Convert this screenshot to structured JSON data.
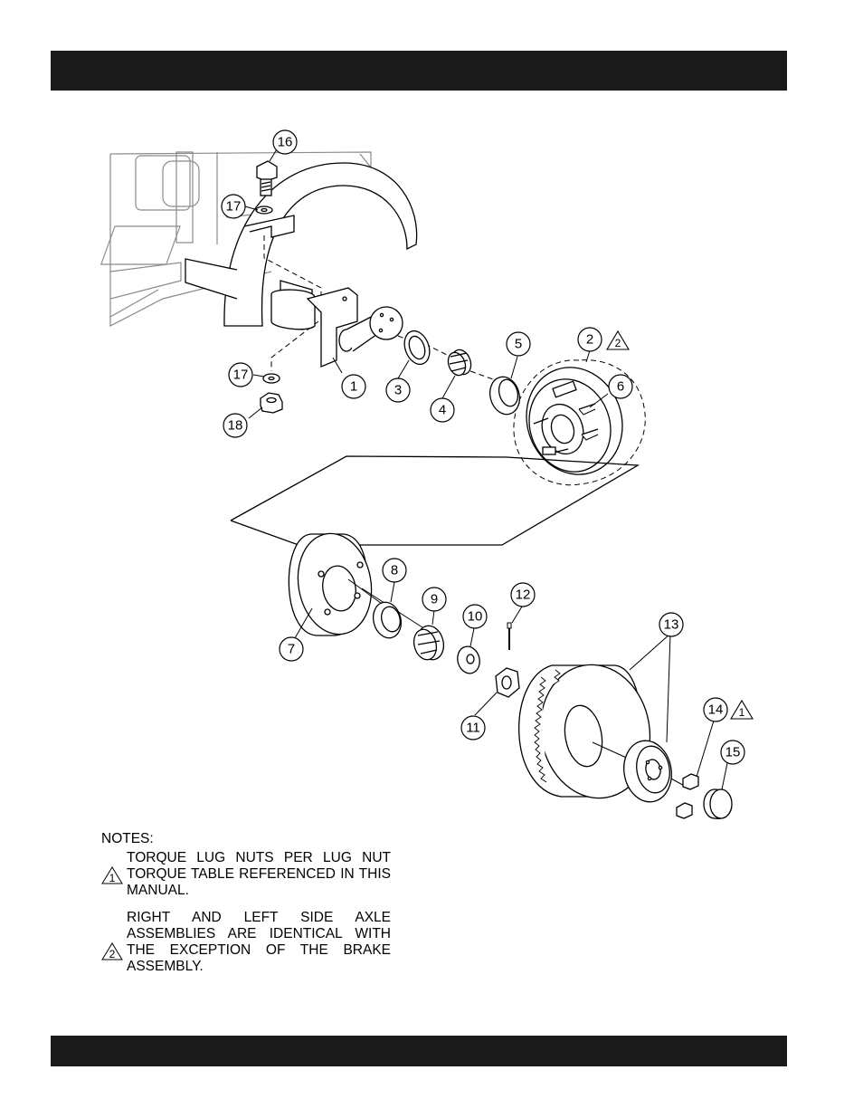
{
  "callouts": [
    {
      "id": "c16",
      "num": "16"
    },
    {
      "id": "c17a",
      "num": "17"
    },
    {
      "id": "c1",
      "num": "1"
    },
    {
      "id": "c17b",
      "num": "17"
    },
    {
      "id": "c18",
      "num": "18"
    },
    {
      "id": "c3",
      "num": "3"
    },
    {
      "id": "c4",
      "num": "4"
    },
    {
      "id": "c5",
      "num": "5"
    },
    {
      "id": "c2",
      "num": "2"
    },
    {
      "id": "c6",
      "num": "6"
    },
    {
      "id": "c8",
      "num": "8"
    },
    {
      "id": "c9",
      "num": "9"
    },
    {
      "id": "c10",
      "num": "10"
    },
    {
      "id": "c12",
      "num": "12"
    },
    {
      "id": "c7",
      "num": "7"
    },
    {
      "id": "c11",
      "num": "11"
    },
    {
      "id": "c13",
      "num": "13"
    },
    {
      "id": "c14",
      "num": "14"
    },
    {
      "id": "c15",
      "num": "15"
    }
  ],
  "markers": {
    "note1": "1",
    "note2": "2"
  },
  "notes": {
    "title": "NOTES:",
    "items": [
      {
        "marker": "1",
        "text": "TORQUE LUG NUTS PER LUG NUT TORQUE TABLE REFERENCED IN THIS MANUAL."
      },
      {
        "marker": "2",
        "text": "RIGHT AND LEFT SIDE AXLE ASSEMBLIES ARE IDENTICAL WITH THE EXCEPTION OF THE BRAKE ASSEMBLY."
      }
    ]
  },
  "colors": {
    "bar": "#1a1a1a",
    "line": "#000000",
    "frame_line": "#8a8a8a"
  }
}
